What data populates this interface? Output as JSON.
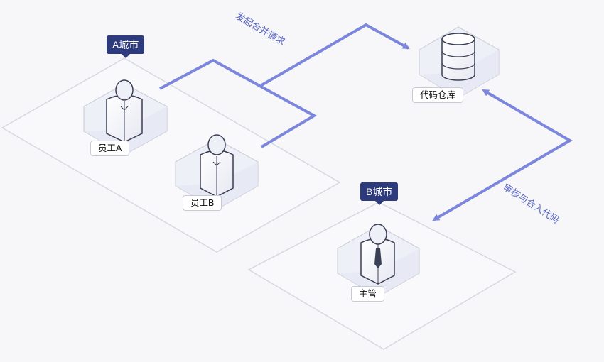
{
  "regions": {
    "city_a": "A城市",
    "city_b": "B城市"
  },
  "nodes": {
    "employee_a": "员工A",
    "employee_b": "员工B",
    "manager": "主管",
    "repo": "代码仓库"
  },
  "flows": {
    "merge_request": "发起合并请求",
    "review_merge": "审核与合入代码"
  },
  "colors": {
    "accent": "#7b86dc",
    "tag_bg": "#2d3a7c",
    "outline": "#c7cad6"
  }
}
